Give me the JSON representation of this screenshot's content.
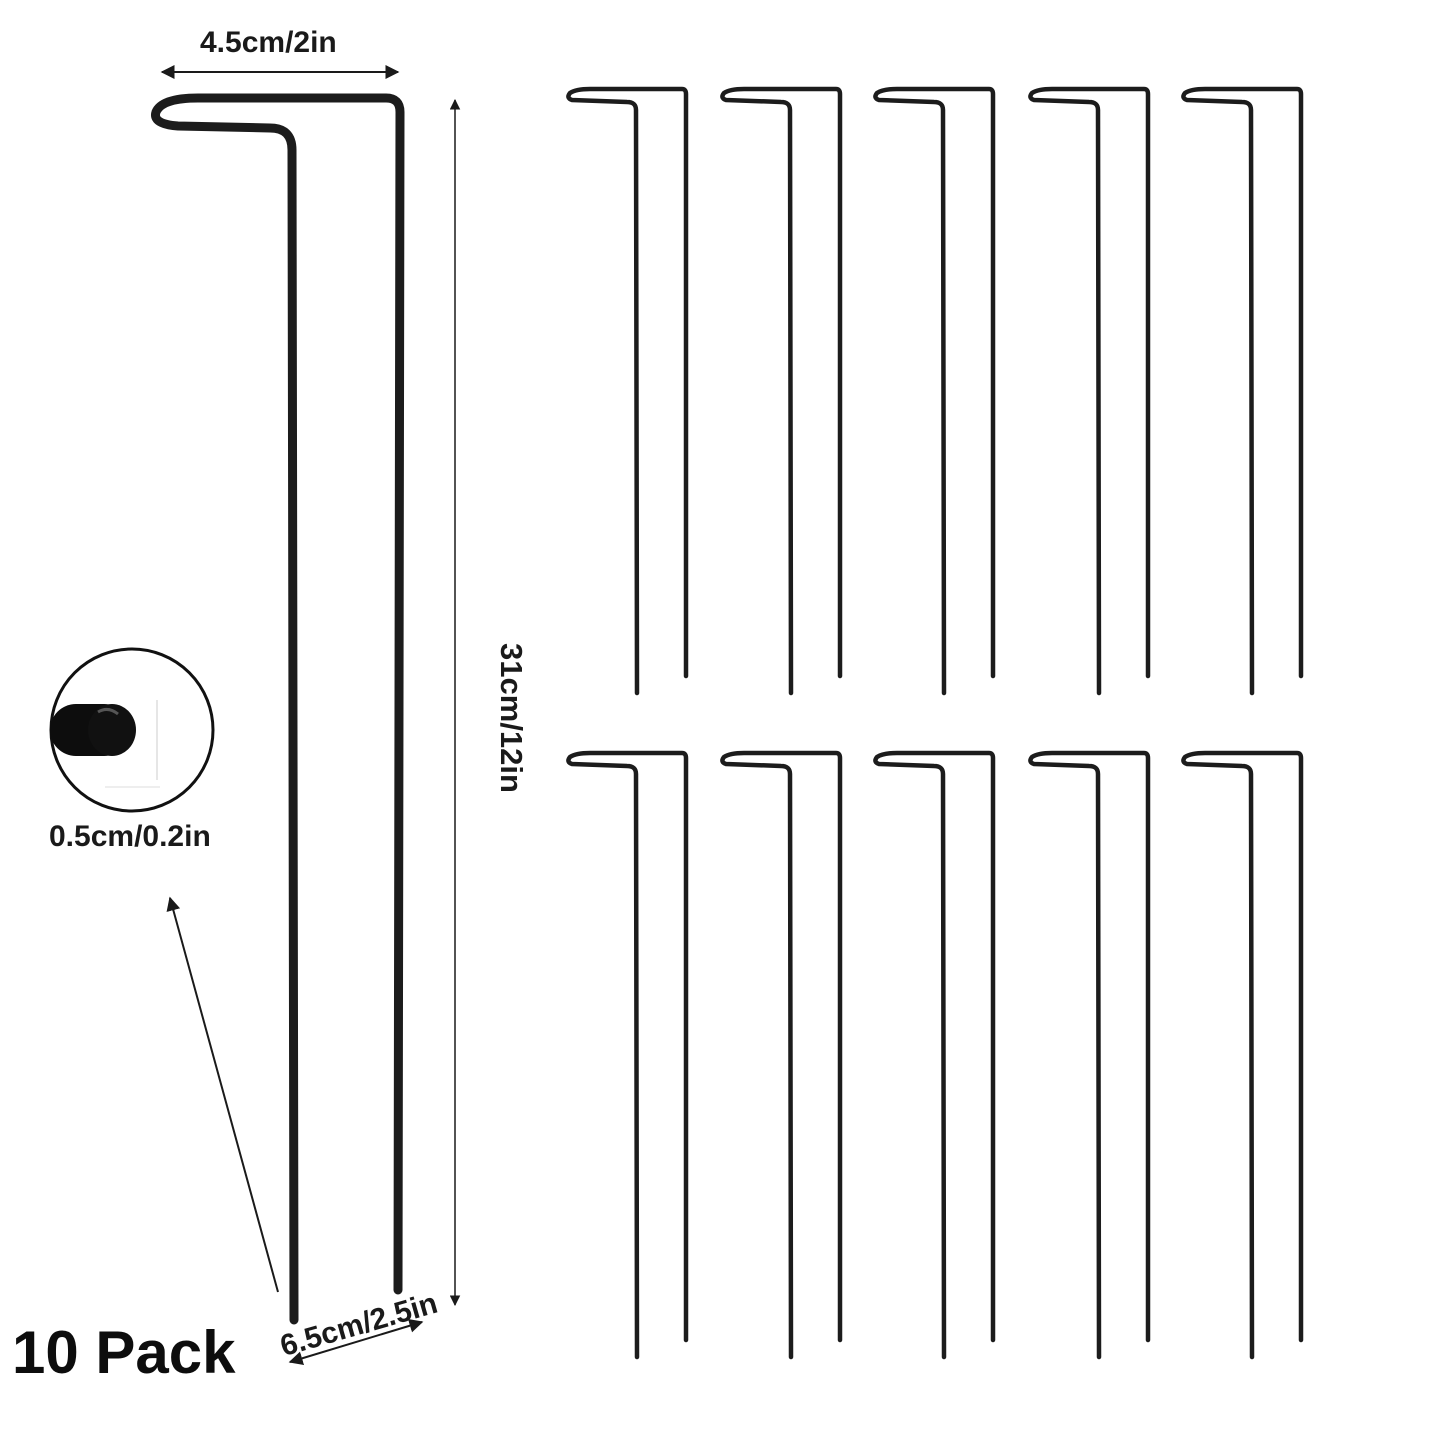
{
  "labels": {
    "width": "4.5cm/2in",
    "height": "31cm/12in",
    "wire_diameter": "0.5cm/0.2in",
    "depth": "6.5cm/2.5in",
    "pack": "10 Pack"
  },
  "colors": {
    "stake": "#1c1c1c",
    "measure_line": "#1a1a1a",
    "background": "#ffffff"
  },
  "icons": [
    "plant-support-stake",
    "wire-cross-section",
    "dimension-arrow"
  ]
}
